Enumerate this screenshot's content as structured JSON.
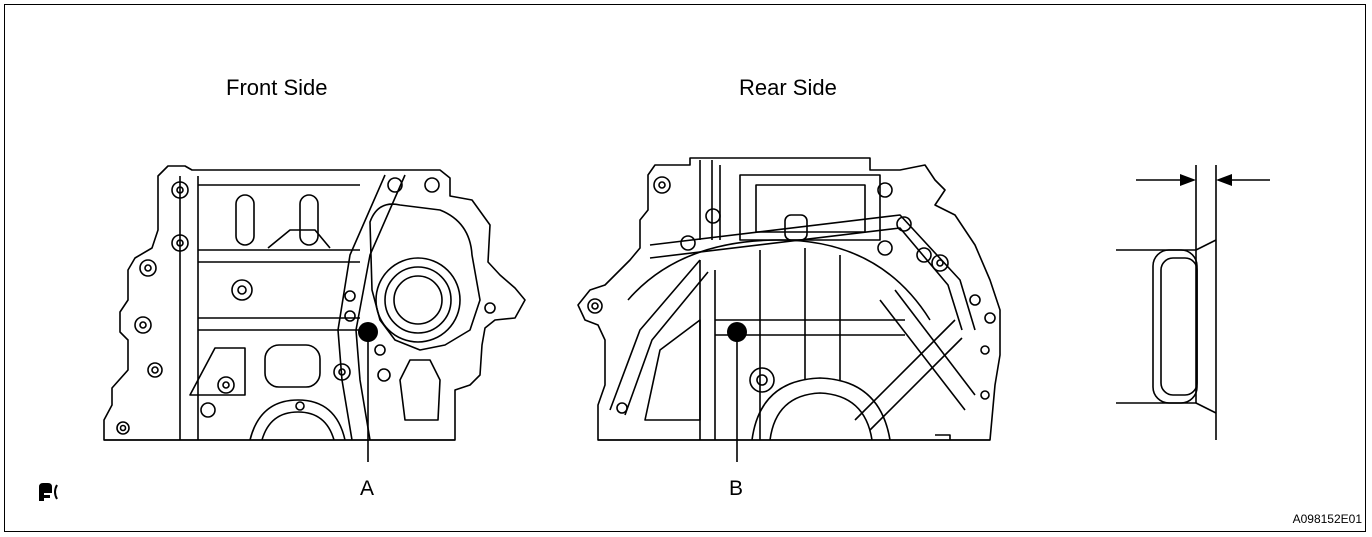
{
  "labels": {
    "front_side": "Front Side",
    "rear_side": "Rear Side",
    "callout_a": "A",
    "callout_b": "B",
    "figure_code": "A098152E01"
  },
  "icons": {
    "corner_symbol": "precaution-symbol-icon"
  },
  "colors": {
    "line": "#000000",
    "background": "#ffffff"
  }
}
